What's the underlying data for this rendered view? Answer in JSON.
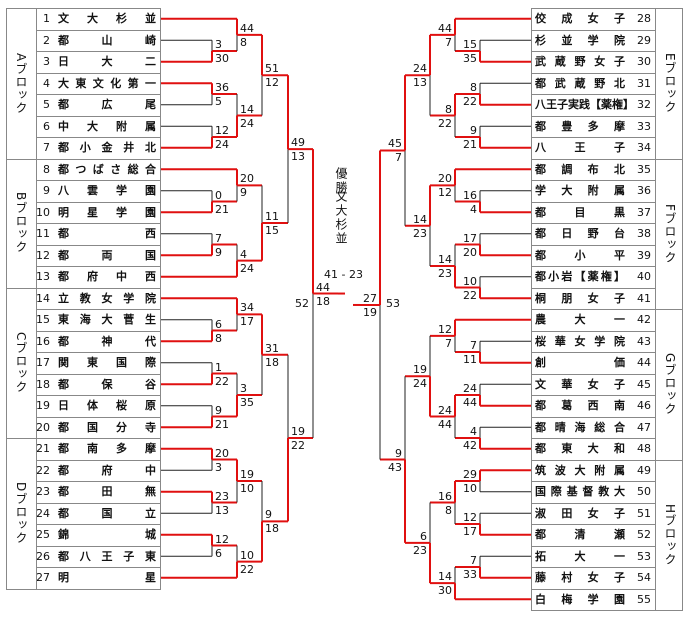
{
  "left_teams": [
    {
      "num": "1",
      "name": "文大杉並"
    },
    {
      "num": "2",
      "name": "都山崎"
    },
    {
      "num": "3",
      "name": "日大二"
    },
    {
      "num": "4",
      "name": "大東文化第一"
    },
    {
      "num": "5",
      "name": "都広尾"
    },
    {
      "num": "6",
      "name": "中大附属"
    },
    {
      "num": "7",
      "name": "都小金井北"
    },
    {
      "num": "8",
      "name": "都つばさ総合"
    },
    {
      "num": "9",
      "name": "八雲学園"
    },
    {
      "num": "10",
      "name": "明星学園"
    },
    {
      "num": "11",
      "name": "都西"
    },
    {
      "num": "12",
      "name": "都両国"
    },
    {
      "num": "13",
      "name": "都府中西"
    },
    {
      "num": "14",
      "name": "立教女学院"
    },
    {
      "num": "15",
      "name": "東海大菅生"
    },
    {
      "num": "16",
      "name": "都神代"
    },
    {
      "num": "17",
      "name": "関東国際"
    },
    {
      "num": "18",
      "name": "都保谷"
    },
    {
      "num": "19",
      "name": "日体桜原"
    },
    {
      "num": "20",
      "name": "都国分寺"
    },
    {
      "num": "21",
      "name": "都南多摩"
    },
    {
      "num": "22",
      "name": "都府中"
    },
    {
      "num": "23",
      "name": "都田無"
    },
    {
      "num": "24",
      "name": "都国立"
    },
    {
      "num": "25",
      "name": "錦城"
    },
    {
      "num": "26",
      "name": "都八王子東"
    },
    {
      "num": "27",
      "name": "明星"
    }
  ],
  "right_teams": [
    {
      "num": "28",
      "name": "佼成女子"
    },
    {
      "num": "29",
      "name": "杉並学院"
    },
    {
      "num": "30",
      "name": "武蔵野女子"
    },
    {
      "num": "31",
      "name": "都武蔵野北"
    },
    {
      "num": "32",
      "name": "八王子実践【薬権】"
    },
    {
      "num": "33",
      "name": "都豊多摩"
    },
    {
      "num": "34",
      "name": "八王子"
    },
    {
      "num": "35",
      "name": "都調布北"
    },
    {
      "num": "36",
      "name": "学大附属"
    },
    {
      "num": "37",
      "name": "都目黒"
    },
    {
      "num": "38",
      "name": "都日野台"
    },
    {
      "num": "39",
      "name": "都小平"
    },
    {
      "num": "40",
      "name": "都小岩【薬権】"
    },
    {
      "num": "41",
      "name": "桐朋女子"
    },
    {
      "num": "42",
      "name": "農大一"
    },
    {
      "num": "43",
      "name": "桜華女学院"
    },
    {
      "num": "44",
      "name": "創価"
    },
    {
      "num": "45",
      "name": "文華女子"
    },
    {
      "num": "46",
      "name": "都葛西南"
    },
    {
      "num": "47",
      "name": "都晴海総合"
    },
    {
      "num": "48",
      "name": "都東大和"
    },
    {
      "num": "49",
      "name": "筑波大附属"
    },
    {
      "num": "50",
      "name": "国際基督教大"
    },
    {
      "num": "51",
      "name": "淑田女子"
    },
    {
      "num": "52",
      "name": "都清瀬"
    },
    {
      "num": "53",
      "name": "拓大一"
    },
    {
      "num": "54",
      "name": "藤村女子"
    },
    {
      "num": "55",
      "name": "白梅学園"
    }
  ],
  "left_blocks": [
    "Aブロック",
    "Bブロック",
    "Cブロック",
    "Dブロック"
  ],
  "right_blocks": [
    "Eブロック",
    "Fブロック",
    "Gブロック",
    "Hブロック"
  ],
  "scores": {
    "l1a": "44",
    "l1b": "8",
    "l2a": "3",
    "l2b": "30",
    "l3a": "51",
    "l3b": "12",
    "l4a": "36",
    "l4b": "5",
    "l5a": "14",
    "l5b": "24",
    "l6a": "12",
    "l6b": "24",
    "l7a": "49",
    "l7b": "13",
    "l8a": "20",
    "l8b": "9",
    "l9a": "0",
    "l9b": "21",
    "l10a": "7",
    "l10b": "9",
    "l11a": "4",
    "l11b": "24",
    "l12a": "11",
    "l12b": "15",
    "l13a": "34",
    "l13b": "17",
    "l14a": "6",
    "l14b": "8",
    "l15a": "31",
    "l15b": "18",
    "l16a": "1",
    "l16b": "22",
    "l17a": "3",
    "l17b": "35",
    "l18a": "9",
    "l18b": "21",
    "l19a": "19",
    "l19b": "22",
    "l20a": "20",
    "l20b": "3",
    "l21a": "19",
    "l21b": "10",
    "l22a": "23",
    "l22b": "13",
    "l23a": "9",
    "l23b": "18",
    "l24a": "12",
    "l24b": "6",
    "l25a": "10",
    "l25b": "22",
    "lsa": "44",
    "lsb": "18",
    "lt": "52",
    "r1a": "44",
    "r1b": "7",
    "r2a": "15",
    "r2b": "35",
    "r3a": "24",
    "r3b": "13",
    "r4a": "8",
    "r4b": "22",
    "r5a": "9",
    "r5b": "21",
    "r6a": "45",
    "r6b": "7",
    "r7a": "16",
    "r7b": "4",
    "r8a": "20",
    "r8b": "12",
    "r9a": "17",
    "r9b": "20",
    "r10a": "14",
    "r10b": "23",
    "r11a": "10",
    "r11b": "22",
    "r12a": "12",
    "r12b": "7",
    "r13a": "7",
    "r13b": "11",
    "r14a": "19",
    "r14b": "24",
    "r15a": "24",
    "r15b": "44",
    "r16a": "4",
    "r16b": "42",
    "r17a": "9",
    "r17b": "43",
    "r18a": "29",
    "r18b": "10",
    "r19a": "16",
    "r19b": "8",
    "r20a": "12",
    "r20b": "17",
    "r21a": "6",
    "r21b": "23",
    "r22a": "7",
    "r22b": "33",
    "r23a": "14",
    "r23b": "30",
    "rsa": "27",
    "rsb": "19",
    "rt": "53"
  },
  "winner_label": "優勝",
  "winner_name": "文大杉並",
  "final_score": "41 - 23"
}
